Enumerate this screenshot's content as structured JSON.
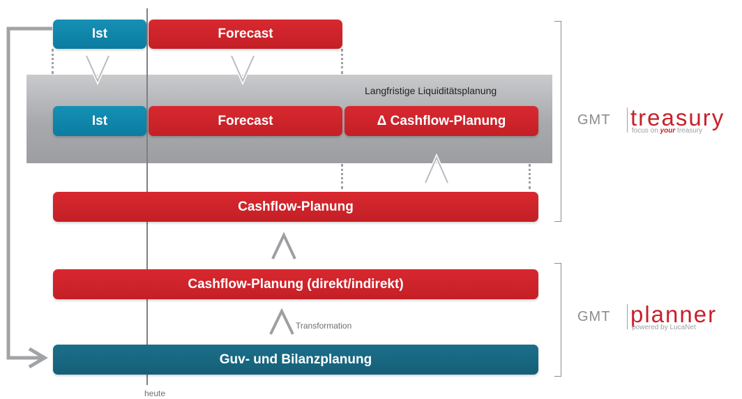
{
  "top": {
    "ist": "Ist",
    "forecast": "Forecast"
  },
  "panel": {
    "title": "Langfristige Liquiditätsplanung",
    "ist": "Ist",
    "forecast": "Forecast",
    "delta": "Δ Cashflow-Planung"
  },
  "boxes": {
    "cashflow": "Cashflow-Planung",
    "cashflow_direct": "Cashflow-Planung (direkt/indirekt)",
    "guv": "Guv- und Bilanzplanung"
  },
  "transformation": "Transformation",
  "today": "heute",
  "logos": {
    "treasury": {
      "gmt": "GMT",
      "name": "treasury",
      "tag_prefix": "focus on ",
      "tag_bold": "your",
      "tag_suffix": " treasury"
    },
    "planner": {
      "gmt": "GMT",
      "name": "planner",
      "tag": "powered by LucaNet"
    }
  },
  "colors": {
    "red": "#c8202a",
    "blue": "#0b7ca0",
    "teal": "#155f77",
    "gray": "#a7a9ac"
  }
}
